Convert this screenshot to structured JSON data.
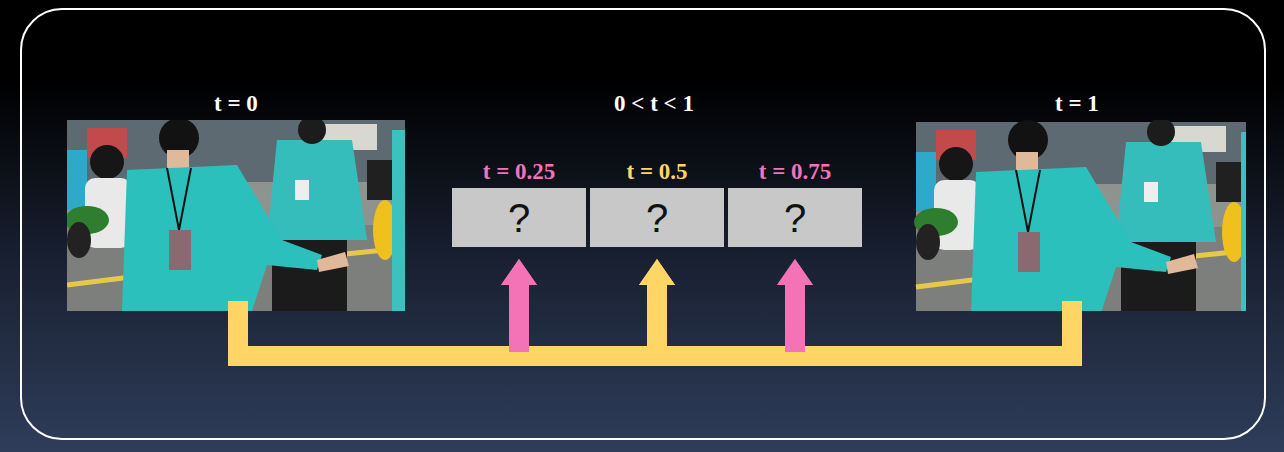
{
  "diagram": {
    "nodes": [
      {
        "text": [
          "t = 0"
        ]
      },
      {
        "text": [
          "t = 0.25",
          "?"
        ]
      },
      {
        "text": [
          "t = 0.5",
          "?"
        ]
      },
      {
        "text": [
          "t = 0.75",
          "?"
        ]
      },
      {
        "text": [
          "t = 1"
        ]
      }
    ],
    "edges": [
      {
        "from": 0,
        "to": 1,
        "arrow": "to"
      },
      {
        "from": 0,
        "to": 2,
        "arrow": "to"
      },
      {
        "from": 0,
        "to": 3,
        "arrow": "to"
      },
      {
        "from": 4,
        "to": 1,
        "arrow": "to"
      },
      {
        "from": 4,
        "to": 2,
        "arrow": "to"
      },
      {
        "from": 4,
        "to": 3,
        "arrow": "to"
      }
    ],
    "labels": [
      "0 < t < 1"
    ]
  }
}
